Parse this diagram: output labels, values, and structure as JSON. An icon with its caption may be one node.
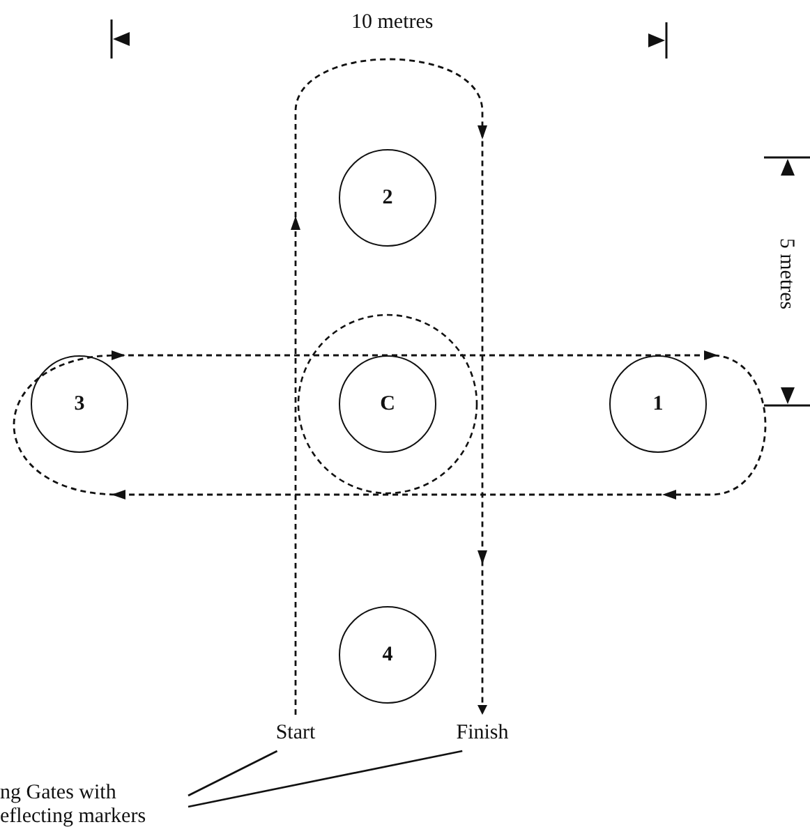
{
  "diagram": {
    "nodes": [
      {
        "text": [
          "2"
        ]
      },
      {
        "text": [
          "3"
        ]
      },
      {
        "text": [
          "C"
        ]
      },
      {
        "text": [
          "1"
        ]
      },
      {
        "text": [
          "4"
        ]
      },
      {
        "text": [
          "Start"
        ]
      },
      {
        "text": [
          "Finish"
        ]
      },
      {
        "text": [
          "ng Gates with eflecting markers"
        ]
      }
    ],
    "edges": [
      {
        "from": 5,
        "to": 6,
        "arrow": "to",
        "style": "dashed"
      },
      {
        "from": 7,
        "to": 5,
        "arrow": "none"
      },
      {
        "from": 7,
        "to": 6,
        "arrow": "none"
      }
    ],
    "labels": [
      "10 metres",
      "5 metres"
    ]
  }
}
